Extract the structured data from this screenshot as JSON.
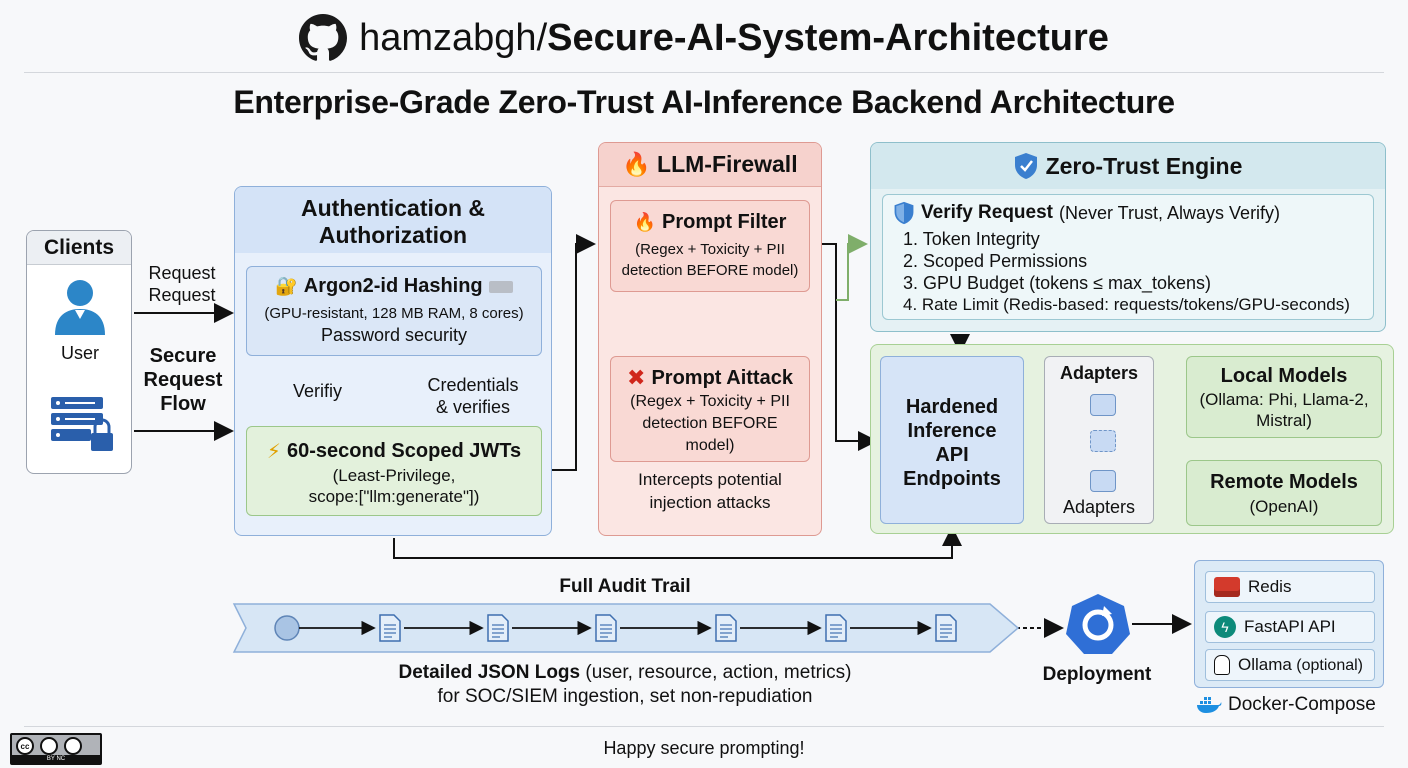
{
  "header": {
    "owner": "hamzabgh/",
    "repo": "Secure-AI-System-Architecture",
    "main_title": "Enterprise-Grade Zero-Trust AI-Inference Backend Architecture"
  },
  "clients": {
    "title": "Clients",
    "user_label": "User",
    "request_label": "Request\nRequest",
    "secure_flow_label": "Secure\nRequest\nFlow"
  },
  "auth": {
    "title": "Authentication &\nAuthorization",
    "argon_title": "Argon2-id Hashing",
    "argon_detail": "(GPU-resistant, 128 MB RAM, 8 cores)",
    "argon_sub": "Password security",
    "verify_label": "Verifiy",
    "credentials_label": "Credentials\n& verifies",
    "jwt_title": "60-second Scoped JWTs",
    "jwt_detail": "(Least-Privilege,\nscope:[\"llm:generate\"])"
  },
  "firewall": {
    "title": "LLM-Firewall",
    "prompt_filter_title": "Prompt Filter",
    "prompt_filter_detail": "(Regex + Toxicity + PII\ndetection BEFORE model)",
    "prompt_attack_title": "Prompt Aittack",
    "prompt_attack_detail": "(Regex + Toxicity + PII\ndetection BEFORE\nmodel)",
    "intercepts_label": "Intercepts potential\ninjection attacks"
  },
  "zero_trust": {
    "title": "Zero-Trust Engine",
    "verify_title": "Verify Request",
    "verify_subtitle": "(Never Trust, Always Verify)",
    "items": [
      "1. Token Integrity",
      "2. Scoped Permissions",
      "3. GPU Budget (tokens ≤ max_tokens)",
      "4. Rate Limit (Redis-based: requests/tokens/GPU-seconds)"
    ]
  },
  "inference": {
    "hie_title": "Hardened\nInference\nAPI\nEndpoints",
    "adapters_top": "Adapters",
    "adapters_bottom": "Adapters",
    "local_title": "Local Models",
    "local_detail": "(Ollama: Phi, Llama-2,\nMistral)",
    "remote_title": "Remote Models",
    "remote_detail": "(OpenAI)"
  },
  "audit": {
    "title": "Full Audit Trail",
    "logs_bold": "Detailed JSON Logs",
    "logs_rest": " (user, resource, action, metrics)",
    "logs_line2": "for SOC/SIEM ingestion, set non-repudiation"
  },
  "deployment": {
    "label": "Deployment",
    "services": [
      "Redis",
      "FastAPI API",
      "Ollama"
    ],
    "ollama_optional": " (optional)",
    "compose_label": "Docker-Compose"
  },
  "footer": {
    "text": "Happy secure prompting!",
    "license_text": "BY NC"
  },
  "colors": {
    "auth_blue": "#8fb0da",
    "firewall_red": "#de9a92",
    "zero_trust_teal": "#8ebfcb",
    "green": "#9cc78a",
    "arrow_green": "#7fae6a"
  }
}
